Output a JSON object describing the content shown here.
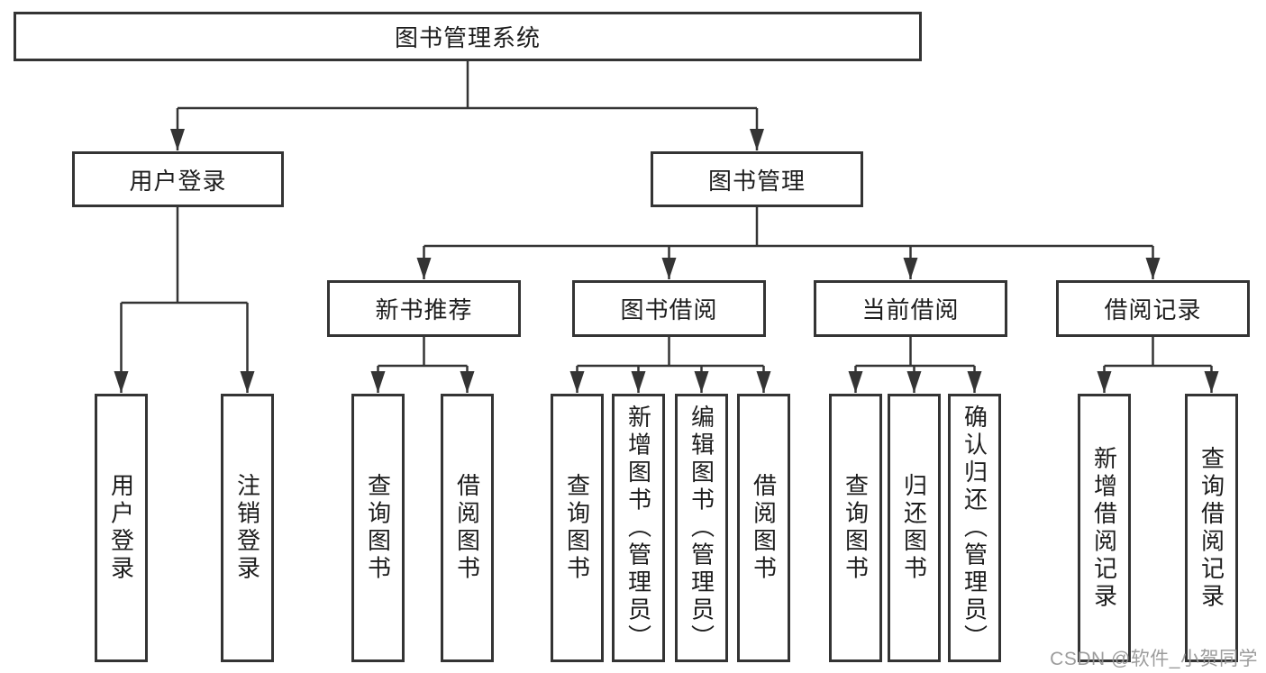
{
  "diagram": {
    "root": "图书管理系统",
    "branches": {
      "user": {
        "label": "用户登录",
        "children": [
          "用户登录",
          "注销登录"
        ]
      },
      "mgmt": {
        "label": "图书管理",
        "sections": [
          {
            "label": "新书推荐",
            "children": [
              "查询图书",
              "借阅图书"
            ]
          },
          {
            "label": "图书借阅",
            "children": [
              "查询图书",
              "新增图书（管理员）",
              "编辑图书（管理员）",
              "借阅图书"
            ]
          },
          {
            "label": "当前借阅",
            "children": [
              "查询图书",
              "归还图书",
              "确认归还（管理员）"
            ]
          },
          {
            "label": "借阅记录",
            "children": [
              "新增借阅记录",
              "查询借阅记录"
            ]
          }
        ]
      }
    }
  },
  "watermark": "CSDN @软件_小贺同学",
  "colors": {
    "line": "#343434",
    "box_border": "#343434",
    "text": "#1d1d1d",
    "background": "#ffffff",
    "watermark": "#949494"
  }
}
